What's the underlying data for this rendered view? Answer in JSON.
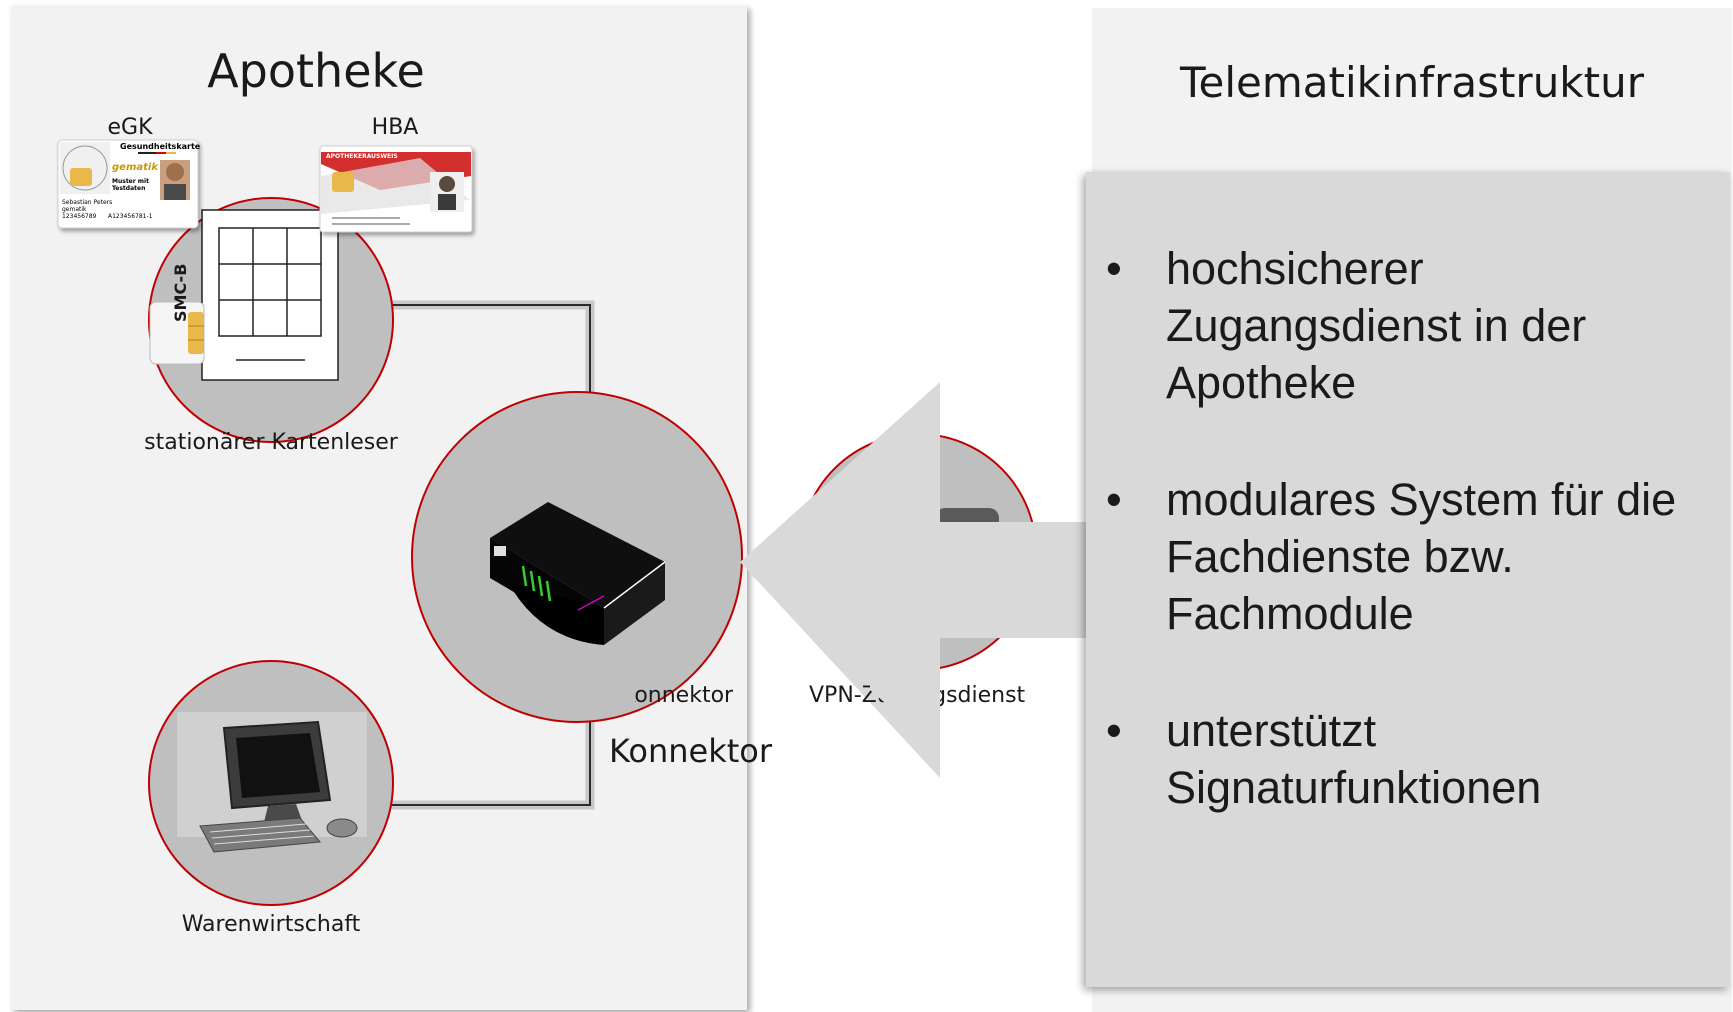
{
  "left_panel": {
    "title": "Apotheke",
    "card_egk_label": "eGK",
    "card_hba_label": "HBA",
    "card_reader_label": "stationärer Kartenleser",
    "smcb_label": "SMC-B",
    "connector_small_label": "Konnektor",
    "connector_label": "Konnektor",
    "vpn_label": "VPN-Zugangsdienst",
    "erp_label": "Warenwirtschaft",
    "egk_card": {
      "header": "Gesundheitskarte",
      "brand": "gematik",
      "sample": "Muster mit Testdaten",
      "holder": "Sebastian Peters",
      "org": "gematik",
      "number_left": "123456789",
      "number_right": "A123456781-1"
    },
    "hba_card": {
      "header": "APOTHEKERAUSWEIS"
    }
  },
  "right_panel": {
    "title": "Telematikinfrastruktur",
    "bullets": [
      {
        "marker": "•",
        "text": "hochsicherer Zugangsdienst in der Apotheke"
      },
      {
        "marker": "•",
        "text": "modulares System für die Fachdienste bzw. Fachmodule"
      },
      {
        "marker": "•",
        "text": "unterstützt Signaturfunktionen"
      }
    ]
  },
  "colors": {
    "circle_fill": "#bfbfbf",
    "circle_stroke": "#c00000",
    "arrow_fill": "#d9d9d9",
    "panel_bg": "#f2f2f2"
  }
}
